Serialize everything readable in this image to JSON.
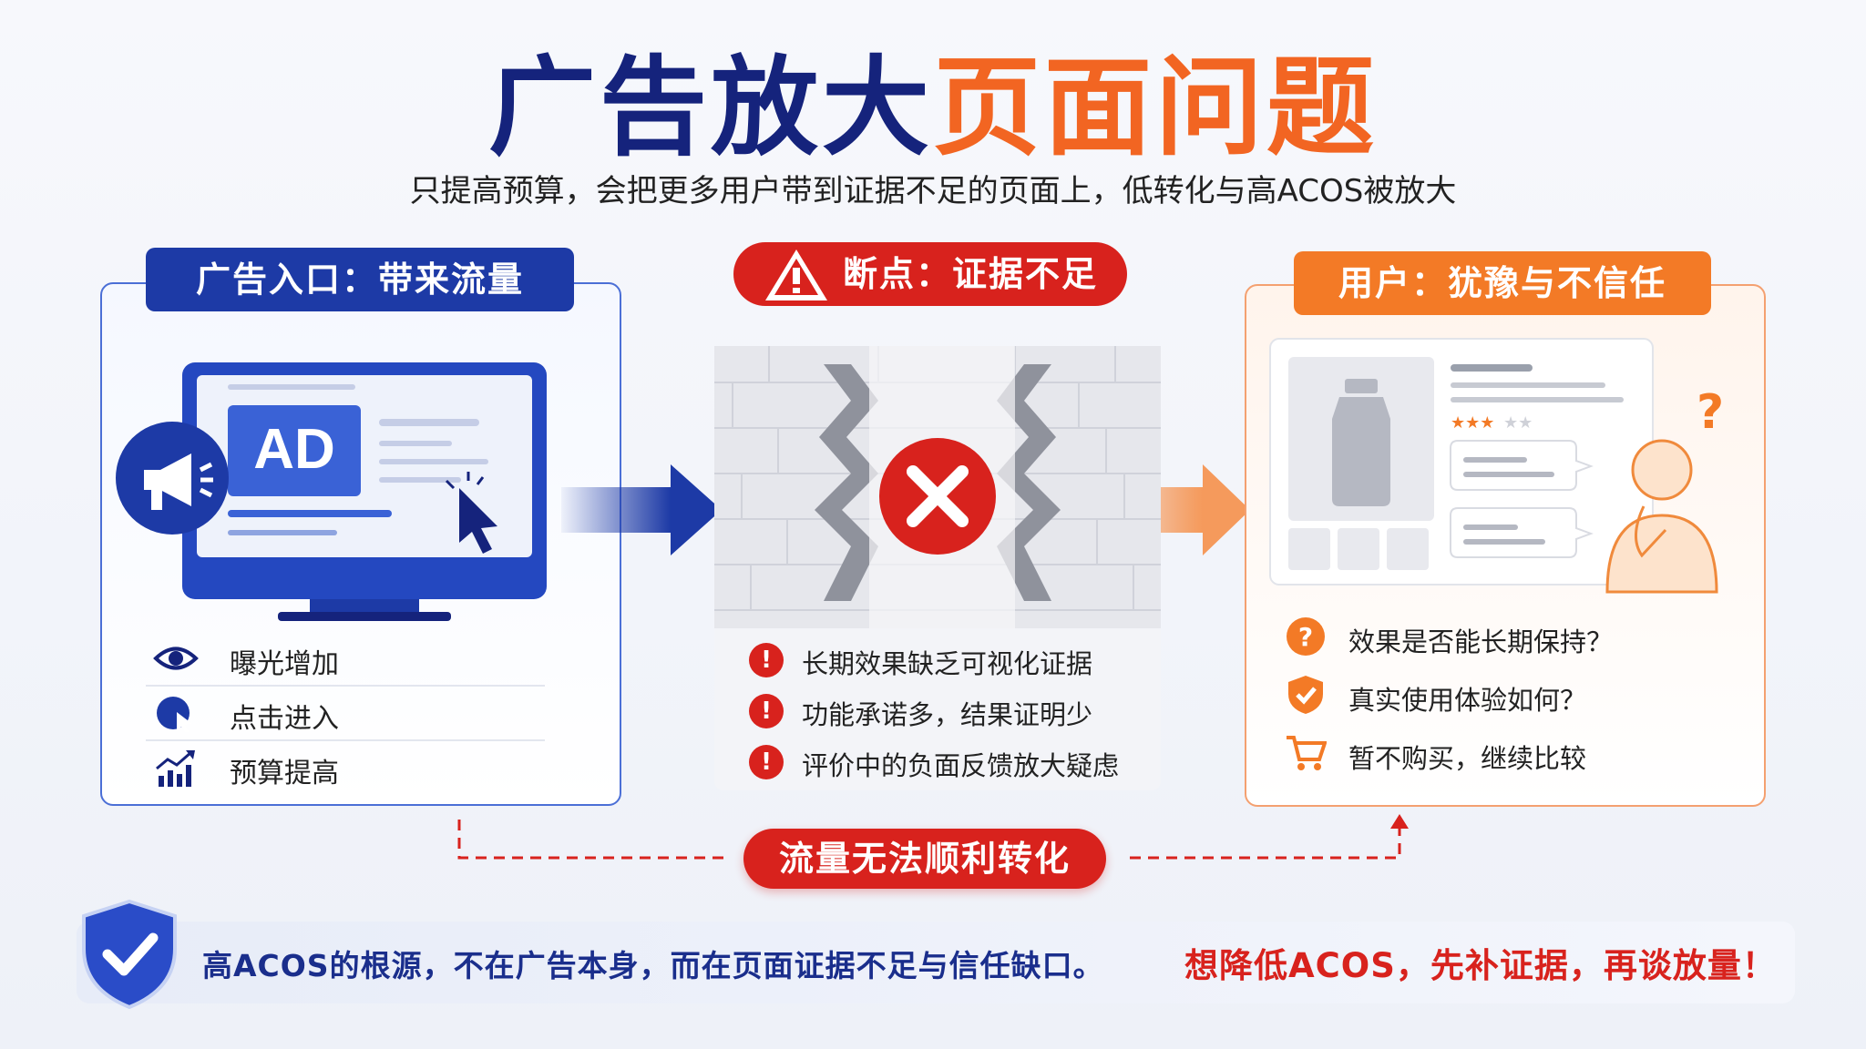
{
  "title": {
    "part1": "广告放大",
    "part2": "页面问题"
  },
  "subtitle": "只提高预算，会把更多用户带到证据不足的页面上，低转化与高ACOS被放大",
  "left_panel": {
    "header": "广告入口：带来流量",
    "ad_label": "AD",
    "items": [
      {
        "icon": "eye-icon",
        "label": "曝光增加"
      },
      {
        "icon": "click-icon",
        "label": "点击进入"
      },
      {
        "icon": "chart-up-icon",
        "label": "预算提高"
      }
    ]
  },
  "mid_panel": {
    "header": "断点：证据不足",
    "items": [
      {
        "icon": "exclamation-icon",
        "label": "长期效果缺乏可视化证据"
      },
      {
        "icon": "exclamation-icon",
        "label": "功能承诺多，结果证明少"
      },
      {
        "icon": "exclamation-icon",
        "label": "评价中的负面反馈放大疑虑"
      }
    ]
  },
  "right_panel": {
    "header": "用户：犹豫与不信任",
    "items": [
      {
        "icon": "question-icon",
        "label": "效果是否能长期保持？"
      },
      {
        "icon": "shield-check-icon",
        "label": "真实使用体验如何？"
      },
      {
        "icon": "cart-icon",
        "label": "暂不购买，继续比较"
      }
    ]
  },
  "flow_label": "流量无法顺利转化",
  "bottom": {
    "left_text": "高ACOS的根源，不在广告本身，而在页面证据不足与信任缺口。",
    "right_text": "想降低ACOS，先补证据，再谈放量！"
  },
  "colors": {
    "navy": "#15237c",
    "blue": "#1d3aa6",
    "red": "#d8221d",
    "orange": "#f37a26"
  }
}
